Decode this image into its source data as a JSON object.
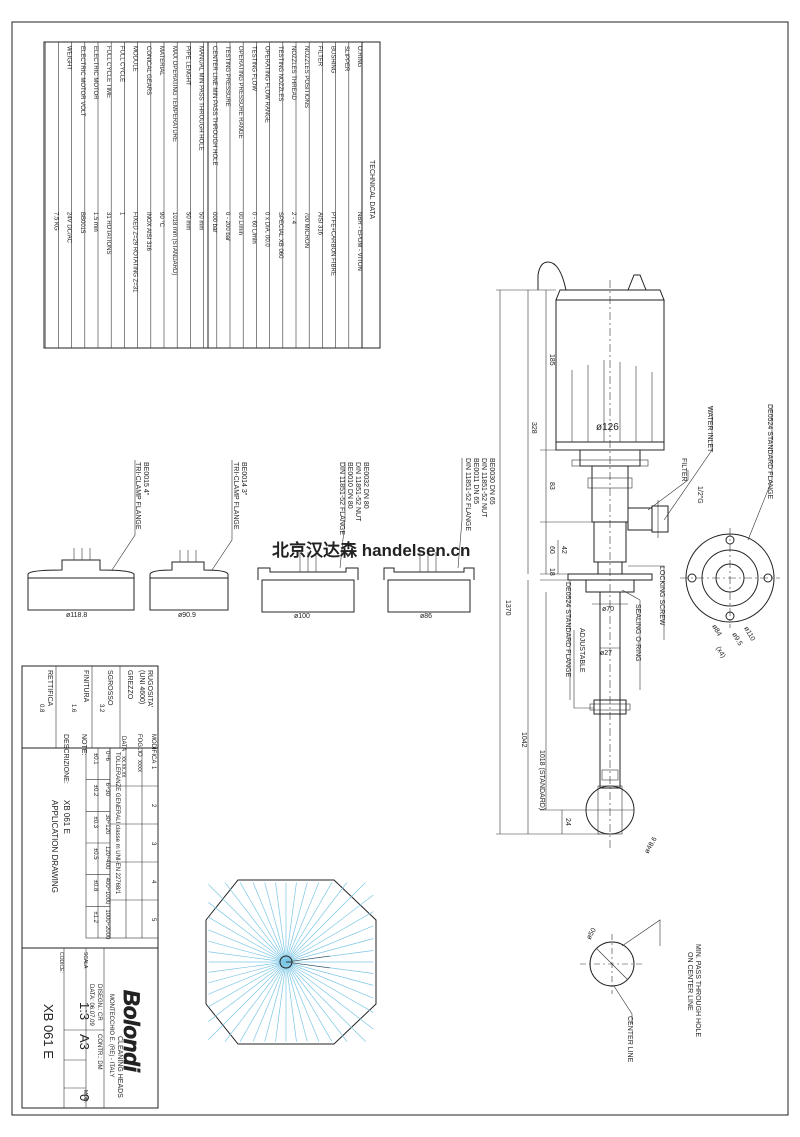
{
  "watermark": "北京汉达森 handelsen.cn",
  "technical_data": {
    "title": "TECHNICAL DATA",
    "rows": [
      {
        "label": "O.RING",
        "value": "NBR - EPDM - VITON"
      },
      {
        "label": "SLIPPER",
        "value": ""
      },
      {
        "label": "BUSHING",
        "value": "PTFE+CARBON FIBRE"
      },
      {
        "label": "FILTER",
        "value": "AISI 316"
      },
      {
        "label": "NOZZLES POSITIONS",
        "value": "700 MICRON"
      },
      {
        "label": "NOZZLES THREAD",
        "value": "2 - 4"
      },
      {
        "label": "TESTING NOZZLES",
        "value": "SPECIAL XB 060"
      },
      {
        "label": "OPERATING FLOW RANGE",
        "value": "0 x DIA. 00.0"
      },
      {
        "label": "TESTING FLOW",
        "value": "0 - 60 L/min"
      },
      {
        "label": "OPERATING PRESSURE RANGE",
        "value": "00 L/min"
      },
      {
        "label": "TESTING PRESSURE",
        "value": "0 - 200 bar"
      },
      {
        "label": "CENTER LINE MIN PASS THROUGH HOLE",
        "value": "000 bar"
      },
      {
        "label": "MANUAL MIN PASS THROUGH HOLE",
        "value": "50 mm"
      },
      {
        "label": "PIPE LENGHT",
        "value": "50 mm"
      },
      {
        "label": "MAX OPERATING TEMPERATURE",
        "value": "1018 mm (STANDARD)"
      },
      {
        "label": "MATERIAL",
        "value": "90 °C"
      },
      {
        "label": "CONICAL GEARS",
        "value": "INOX AISI 316"
      },
      {
        "label": "MODULE",
        "value": "FIXED Z=29 ROTATING Z=31"
      },
      {
        "label": "FULL CYCLE",
        "value": "1"
      },
      {
        "label": "FULL CYCLE TIME",
        "value": "31 ROTATIONS"
      },
      {
        "label": "ELECTRIC MOTOR",
        "value": "1.5 min"
      },
      {
        "label": "ELECTRIC MOTOR VOLT",
        "value": "BB0015"
      },
      {
        "label": "WEIGHT",
        "value": "24V DC/AC"
      },
      {
        "label": "",
        "value": "7.5 KG"
      }
    ]
  },
  "flanges": [
    {
      "code": "BE0015 4\"",
      "type": "TRI-CLAMP FLANGE",
      "dia": "ø118.8"
    },
    {
      "code": "BE0014 3\"",
      "type": "TRI-CLAMP FLANGE",
      "dia": "ø90.9"
    },
    {
      "code": "BE0032 DN 80",
      "code2": "BE0010 DN 80",
      "type": "DIN 11851-52 NUT",
      "type2": "DIN 11851-52 FLANGE",
      "dia": "ø100"
    },
    {
      "code": "BE0030 DN 65",
      "code2": "BE0011 DN 65",
      "type": "DIN 11851-52 NUT",
      "type2": "DIN 11851-52 FLANGE",
      "dia": "ø86"
    }
  ],
  "dims": {
    "d126": "ø126",
    "d185": "185",
    "d328": "328",
    "d83": "83",
    "d60": "60",
    "d42": "42",
    "d18": "18",
    "d1370": "1370",
    "d1042": "1042",
    "d1018": "1018 (STANDARD)",
    "d24": "24",
    "d70": "ø70",
    "d27": "ø27",
    "d48": "ø48.6",
    "d84": "ø84",
    "d95": "ø9.5",
    "x4": "(x4)",
    "d110": "ø110",
    "d50": "ø50",
    "g12": "1/2\"G"
  },
  "callouts": {
    "water_inlet": "WATER INLET",
    "filter": "FILTER",
    "locking_screw": "LOCKING SCREW",
    "sealing_oring": "SEALING O-RING",
    "std_flange": "DE0524 STANDARD FLANGE",
    "adjustable": "ADJUSTABLE",
    "std_flange_top": "DE0524 STANDARD FLANGE",
    "min_pass": "MIN. PASS THROUGH HOLE",
    "on_center": "ON CENTER LINE",
    "center_line": "CENTER LINE"
  },
  "title_block": {
    "rugosita": "RUGOSITA'",
    "uni": "(UNI 4600)",
    "grezzo": "GREZZO",
    "sgrosso": "SGROSSO",
    "finitura": "FINITURA",
    "rettifica": "RETTIFICA",
    "r32": "3.2",
    "r16": "1.6",
    "r08": "0.8",
    "modifica": "MODIFICA",
    "foglio": "FOGLIO",
    "data_lbl": "DATA",
    "xxx": "xxxx",
    "xxd": "xx.xx.xx",
    "rev": [
      "1",
      "2",
      "3",
      "4",
      "5"
    ],
    "tolleranze": "TOLLERANZE GENERALI classe m UNI-EN 22768/1",
    "ranges": [
      "0÷6",
      "6÷30",
      "30÷120",
      "120÷400",
      "400÷1000",
      "1000÷2000"
    ],
    "tols": [
      "±0.1",
      "±0.2",
      "±0.3",
      "±0.5",
      "±0.8",
      "±1.2"
    ],
    "note": "NOTE:",
    "descrizione": "DESCRIZIONE:",
    "desc1": "XB 061 E",
    "desc2": "APPLICATION DRAWING",
    "brand": "Bolondi",
    "brand_sub": "CLEANING HEADS",
    "address": "MONTECCHIO E. (RE) - ITALY",
    "disegn": "DISEGN.: CR",
    "contr": "CONTR.: DM",
    "date": "DATA: 06.07.09",
    "scala": "SCALA",
    "scale_val": "1:3",
    "format": "A3",
    "mod": "MOD.",
    "mod_val": "0",
    "codice": "CODICE:",
    "code_val": "XB 061 E"
  }
}
